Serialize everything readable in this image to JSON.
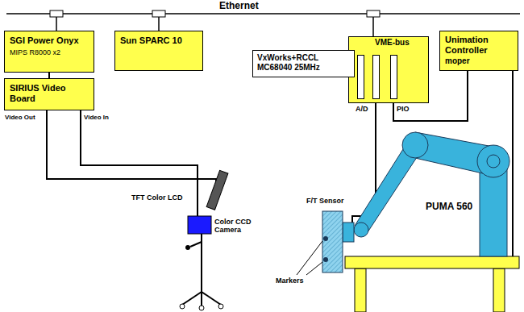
{
  "diagram": {
    "nodes": [
      {
        "text": [
          "SGI Power Onyx",
          "MIPS R8000 x2"
        ]
      },
      {
        "text": [
          "SIRIUS Video Board"
        ]
      },
      {
        "text": [
          "Sun SPARC 10"
        ]
      },
      {
        "text": [
          "VME-bus"
        ]
      },
      {
        "text": [
          "VxWorks+RCCL MC68040 25MHz"
        ]
      },
      {
        "text": [
          "Unimation Controller",
          "moper"
        ]
      }
    ],
    "edges": [
      {
        "from": 0,
        "to": 1,
        "arrow": "none"
      },
      {
        "from": 3,
        "to": 5,
        "arrow": "none"
      }
    ],
    "labels": [
      "Ethernet",
      "A/D",
      "PIO",
      "Video Out",
      "Video In",
      "TFT Color LCD",
      "Color CCD Camera",
      "F/T Sensor",
      "PUMA 560",
      "Markers"
    ]
  }
}
